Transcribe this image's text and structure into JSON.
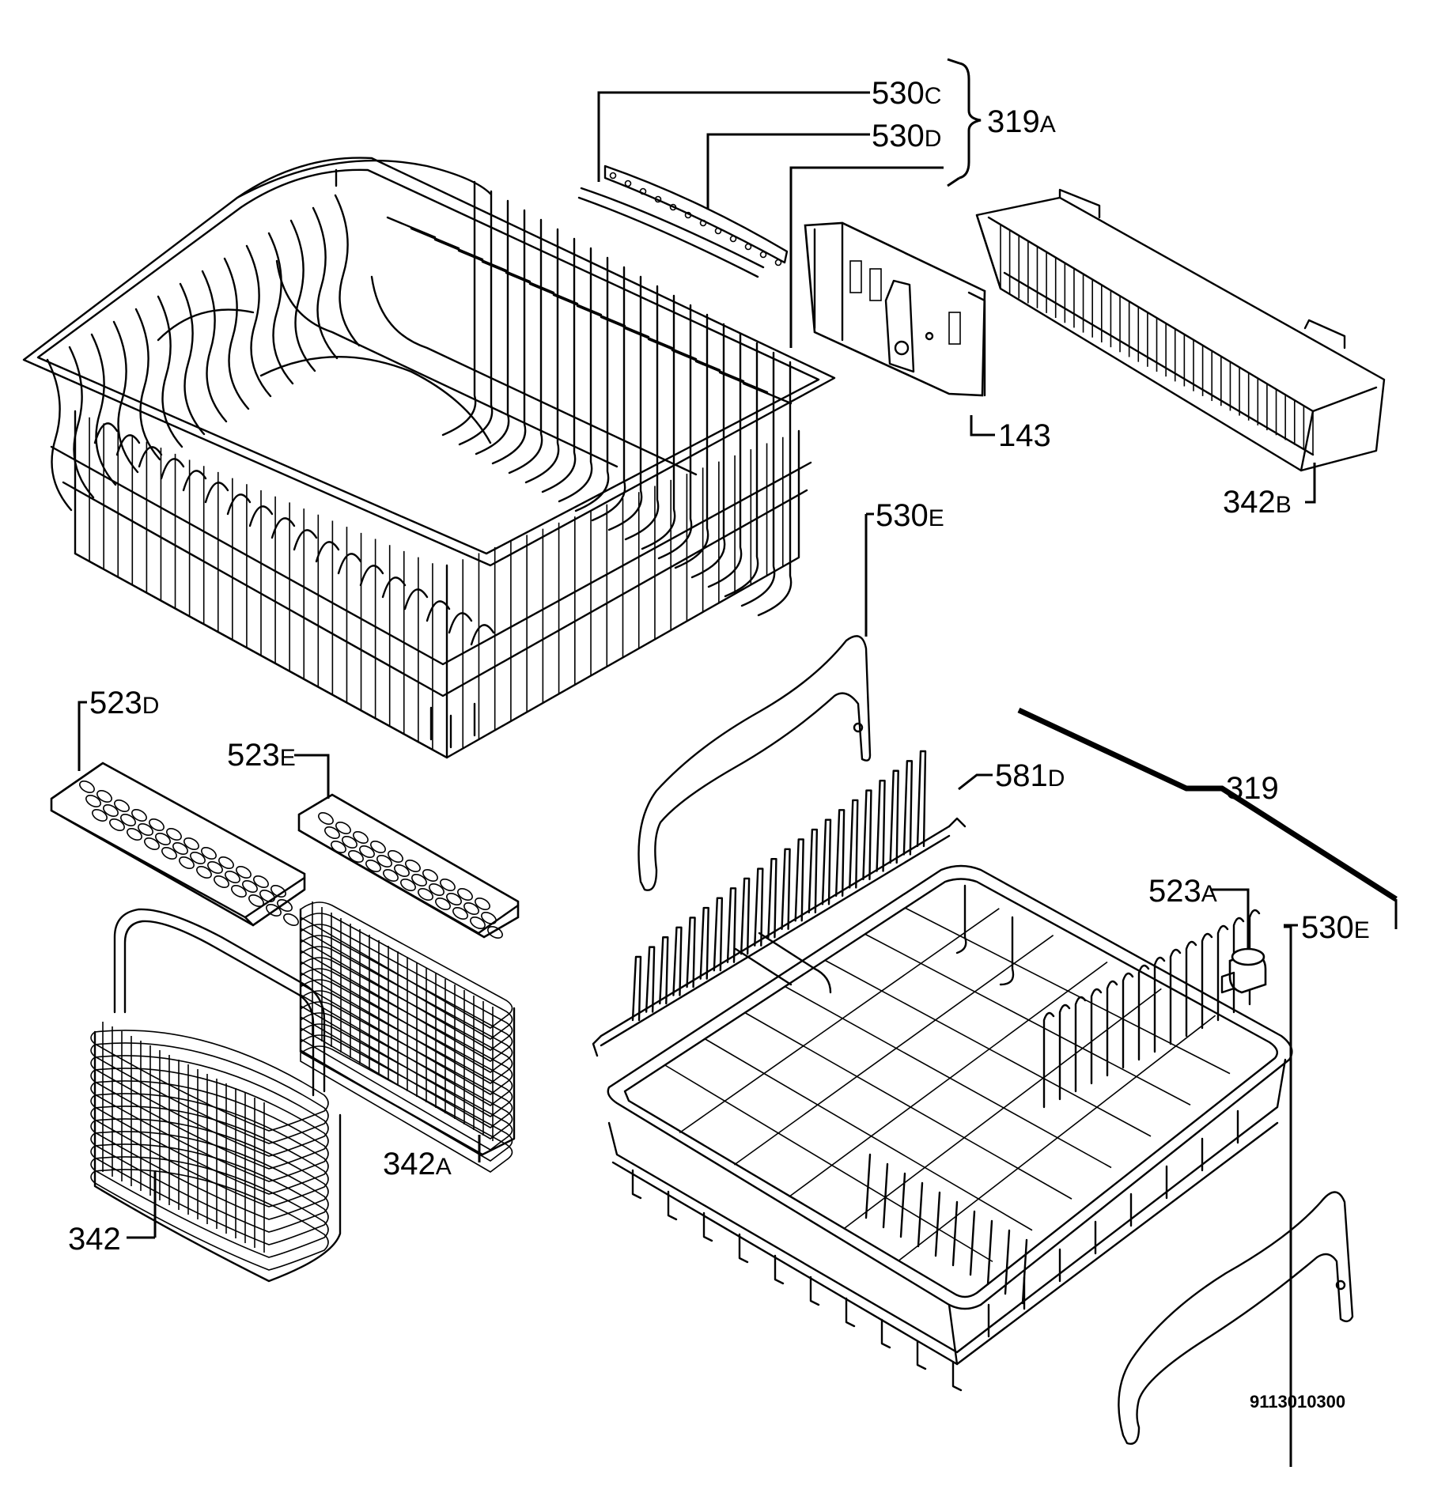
{
  "diagram": {
    "code": "9113010300",
    "labels": [
      {
        "id": "530c",
        "num": "530",
        "suf": "C"
      },
      {
        "id": "530d",
        "num": "530",
        "suf": "D"
      },
      {
        "id": "319a",
        "num": "319",
        "suf": "A"
      },
      {
        "id": "143",
        "num": "143",
        "suf": ""
      },
      {
        "id": "342b",
        "num": "342",
        "suf": "B"
      },
      {
        "id": "530e-top",
        "num": "530",
        "suf": "E"
      },
      {
        "id": "523d",
        "num": "523",
        "suf": "D"
      },
      {
        "id": "523e",
        "num": "523",
        "suf": "E"
      },
      {
        "id": "581d",
        "num": "581",
        "suf": "D"
      },
      {
        "id": "319",
        "num": "319",
        "suf": ""
      },
      {
        "id": "523a",
        "num": "523",
        "suf": "A"
      },
      {
        "id": "530e-right",
        "num": "530",
        "suf": "E"
      },
      {
        "id": "342a",
        "num": "342",
        "suf": "A"
      },
      {
        "id": "342",
        "num": "342",
        "suf": ""
      }
    ]
  }
}
